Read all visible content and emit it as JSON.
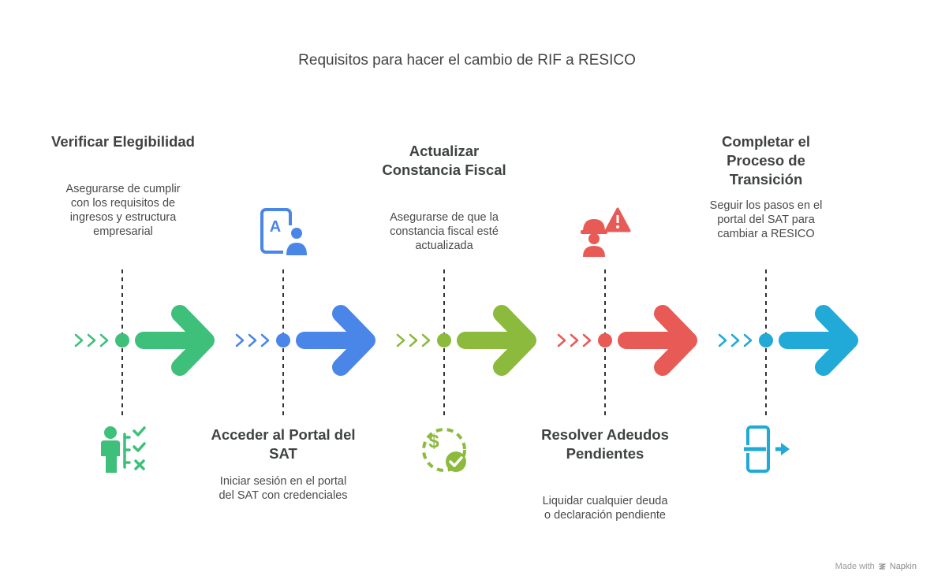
{
  "title": "Requisitos para hacer el cambio de RIF a RESICO",
  "steps": [
    {
      "title": "Verificar Elegibilidad",
      "description": "Asegurarse de cumplir con los requisitos de ingresos y estructura empresarial",
      "icon": "person-checklist-icon",
      "color": "#3EC07B",
      "position": "top"
    },
    {
      "title": "Acceder al Portal del SAT",
      "description": "Iniciar sesión en el portal del SAT con credenciales",
      "icon": "login-user-icon",
      "color": "#4A86E8",
      "position": "bottom"
    },
    {
      "title": "Actualizar Constancia Fiscal",
      "description": "Asegurarse de que la constancia fiscal esté actualizada",
      "icon": "dollar-check-icon",
      "color": "#8CBA3C",
      "position": "top"
    },
    {
      "title": "Resolver Adeudos Pendientes",
      "description": "Liquidar cualquier deuda o declaración pendiente",
      "icon": "worker-warning-icon",
      "color": "#E85A55",
      "position": "bottom"
    },
    {
      "title": "Completar el Proceso de Transición",
      "description": "Seguir los pasos en el portal del SAT para cambiar a RESICO",
      "icon": "exit-door-icon",
      "color": "#21A9D8",
      "position": "top"
    }
  ],
  "footer": {
    "made_with": "Made with",
    "brand": "Napkin"
  }
}
